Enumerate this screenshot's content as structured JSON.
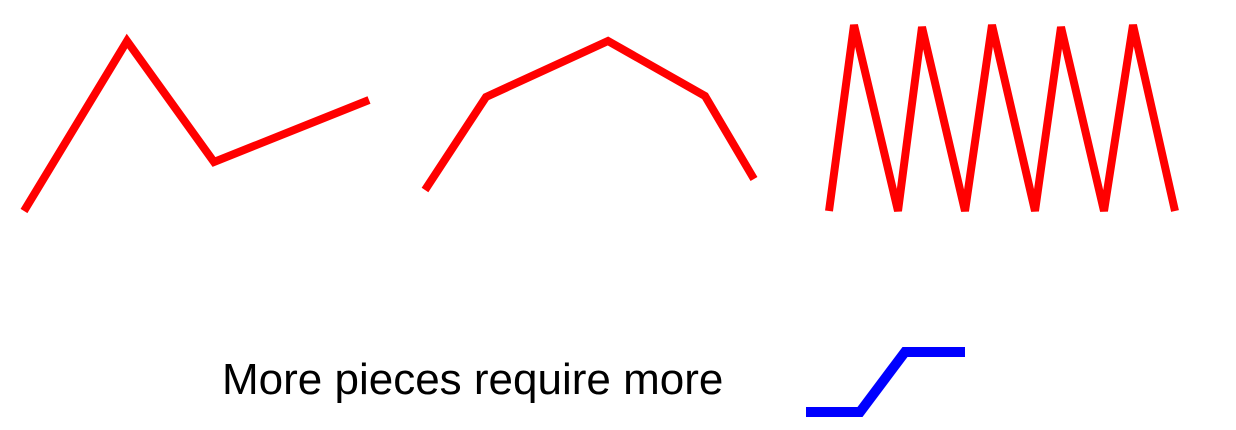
{
  "caption": "More pieces require more",
  "colors": {
    "polyline": "#ff0000",
    "icon": "#0000ff",
    "background": "#ffffff",
    "text": "#000000"
  },
  "figures": [
    {
      "name": "polyline-zigzag-few-pieces",
      "segments": 3
    },
    {
      "name": "polyline-arch",
      "segments": 4
    },
    {
      "name": "polyline-zigzag-many-pieces",
      "segments": 10
    }
  ],
  "icon": "piecewise-linear-ramp-icon"
}
